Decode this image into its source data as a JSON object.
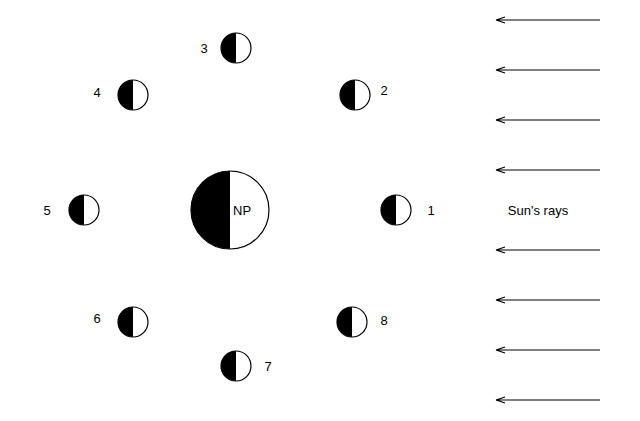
{
  "diagram": {
    "nodes": [
      {
        "text": [
          "NP"
        ]
      }
    ],
    "edges": [],
    "labels": [
      "3",
      "4",
      "2",
      "5",
      "1",
      "Sun's rays",
      "6",
      "8",
      "7"
    ]
  }
}
